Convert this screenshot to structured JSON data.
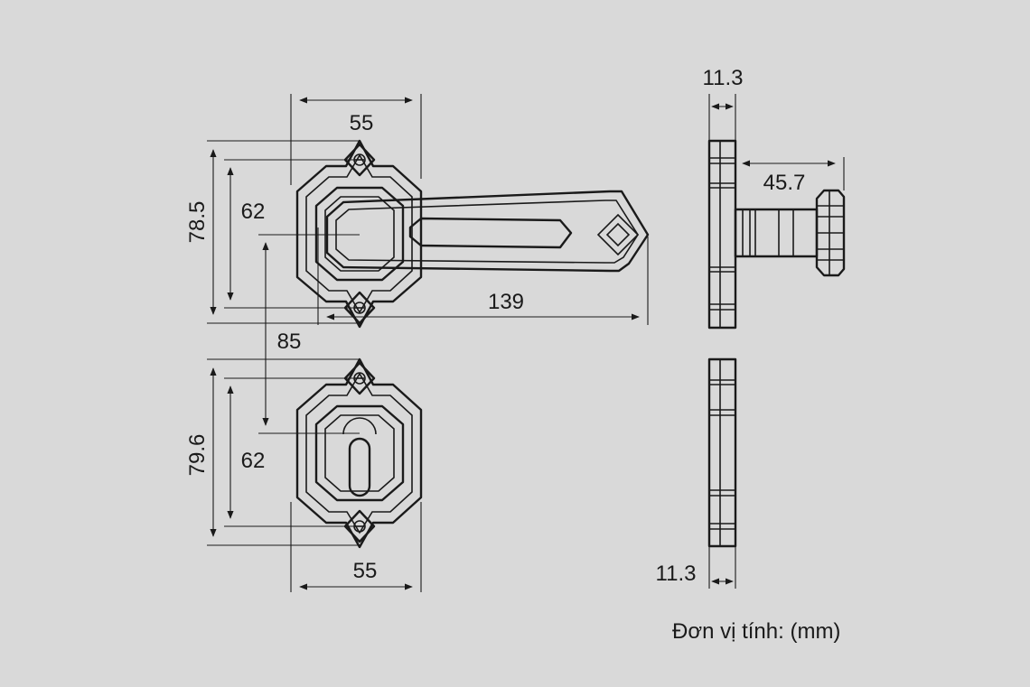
{
  "dimensions": {
    "top_rose_width": "55",
    "top_rose_height": "78.5",
    "top_screw_spacing": "62",
    "lever_length": "139",
    "center_distance": "85",
    "bottom_rose_height": "79.6",
    "bottom_screw_spacing": "62",
    "bottom_rose_width": "55",
    "side_top_thickness": "11.3",
    "side_lever_projection": "45.7",
    "side_bottom_thickness": "11.3"
  },
  "unit_label": "Đơn vị tính: (mm)",
  "colors": {
    "background": "#d9d9d9",
    "line": "#1a1a1a"
  }
}
